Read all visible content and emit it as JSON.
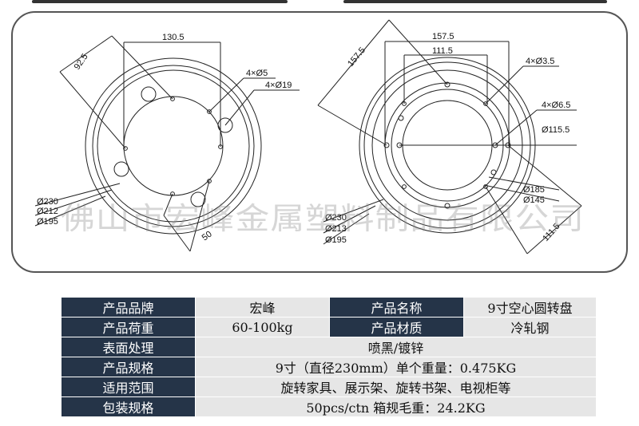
{
  "drawing": {
    "left_wheel": {
      "dims": [
        "130.5",
        "92.5",
        "4×Ø5",
        "4×Ø19",
        "Ø230",
        "Ø212",
        "Ø195",
        "50"
      ]
    },
    "right_wheel": {
      "dims": [
        "157.5",
        "111.5",
        "157.5",
        "4×Ø3.5",
        "4×Ø6.5",
        "Ø115.5",
        "Ø185",
        "Ø145",
        "Ø230",
        "Ø213",
        "Ø195",
        "111.5"
      ]
    },
    "watermark": "佛山市宏峰金属塑料制品有限公司"
  },
  "spec_table": {
    "brand_label": "产品品牌",
    "brand_value": "宏峰",
    "name_label": "产品名称",
    "name_value": "9寸空心圆转盘",
    "load_label": "产品荷重",
    "load_value": "60-100kg",
    "material_label": "产品材质",
    "material_value": "冷轧钢",
    "surface_label": "表面处理",
    "surface_value": "喷黑/镀锌",
    "size_label": "产品规格",
    "size_value": "9寸（直径230mm）单个重量：0.475KG",
    "usage_label": "适用范围",
    "usage_value": "旋转家具、展示架、旋转书架、电视柜等",
    "pack_label": "包装规格",
    "pack_value": "50pcs/ctn 箱规毛重：24.2KG"
  }
}
